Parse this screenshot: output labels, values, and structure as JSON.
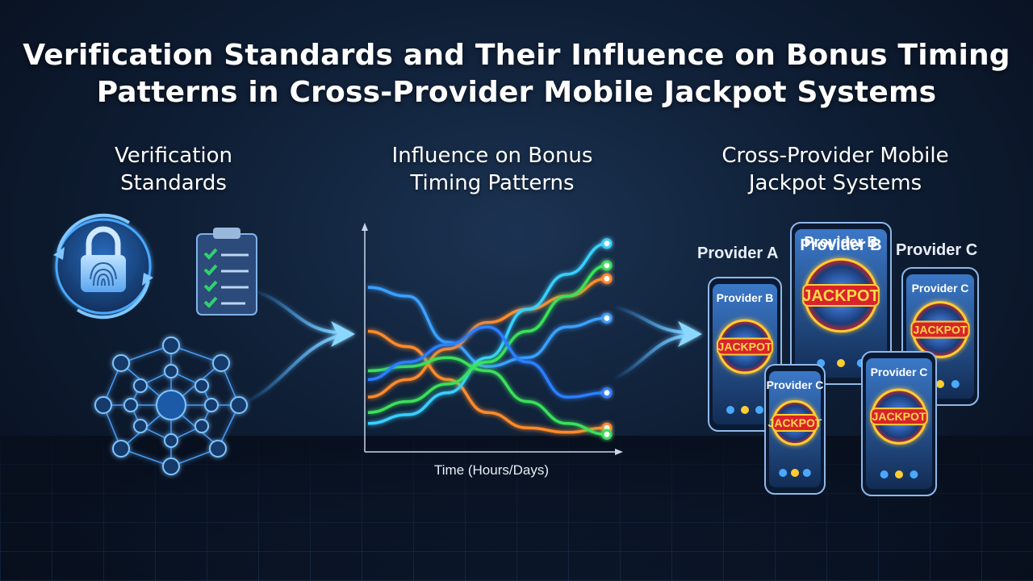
{
  "title": {
    "line1": "Verification Standards and Their Influence on Bonus Timing",
    "line2": "Patterns in Cross-Provider Mobile Jackpot Systems"
  },
  "sections": {
    "left": {
      "line1": "Verification",
      "line2": "Standards"
    },
    "middle": {
      "line1": "Influence on Bonus",
      "line2": "Timing Patterns"
    },
    "right": {
      "line1": "Cross-Provider Mobile",
      "line2": "Jackpot Systems"
    }
  },
  "chart_data": {
    "type": "line",
    "xlabel": "Time (Hours/Days)",
    "ylabel": "",
    "series": [
      {
        "color": "#3aa0ff",
        "values": [
          0.72,
          0.68,
          0.47,
          0.36,
          0.4,
          0.54,
          0.58
        ]
      },
      {
        "color": "#ff8a2a",
        "values": [
          0.52,
          0.45,
          0.3,
          0.15,
          0.08,
          0.06,
          0.08
        ]
      },
      {
        "color": "#ff8a2a",
        "values": [
          0.22,
          0.3,
          0.44,
          0.56,
          0.62,
          0.68,
          0.76
        ]
      },
      {
        "color": "#39d0ff",
        "values": [
          0.1,
          0.14,
          0.24,
          0.4,
          0.62,
          0.78,
          0.92
        ]
      },
      {
        "color": "#3ae05a",
        "values": [
          0.15,
          0.2,
          0.28,
          0.38,
          0.52,
          0.68,
          0.82
        ]
      },
      {
        "color": "#3ae05a",
        "values": [
          0.34,
          0.36,
          0.4,
          0.34,
          0.2,
          0.1,
          0.05
        ]
      },
      {
        "color": "#2a7fff",
        "values": [
          0.3,
          0.38,
          0.46,
          0.54,
          0.38,
          0.22,
          0.24
        ]
      }
    ]
  },
  "providers": {
    "labels": [
      "Provider A",
      "Provider B",
      "Provider C"
    ],
    "phones": [
      {
        "label": "Provider B",
        "badge": "JACKPOT"
      },
      {
        "label": "Provider B",
        "badge": "JACKPOT"
      },
      {
        "label": "Provider C",
        "badge": "JACKPOT"
      },
      {
        "label": "Provider C",
        "badge": "JACKPOT"
      },
      {
        "label": "Provider C",
        "badge": "JACKPOT"
      }
    ]
  },
  "icons": {
    "lock": "fingerprint-lock-icon",
    "clipboard": "checklist-icon",
    "network": "node-network-icon",
    "arrow": "flow-arrow-icon"
  },
  "colors": {
    "accent_blue": "#3aa0ff",
    "accent_orange": "#ff8a2a",
    "accent_green": "#3ae05a",
    "jackpot_gold": "#ffcc33",
    "jackpot_red": "#d8232a"
  }
}
